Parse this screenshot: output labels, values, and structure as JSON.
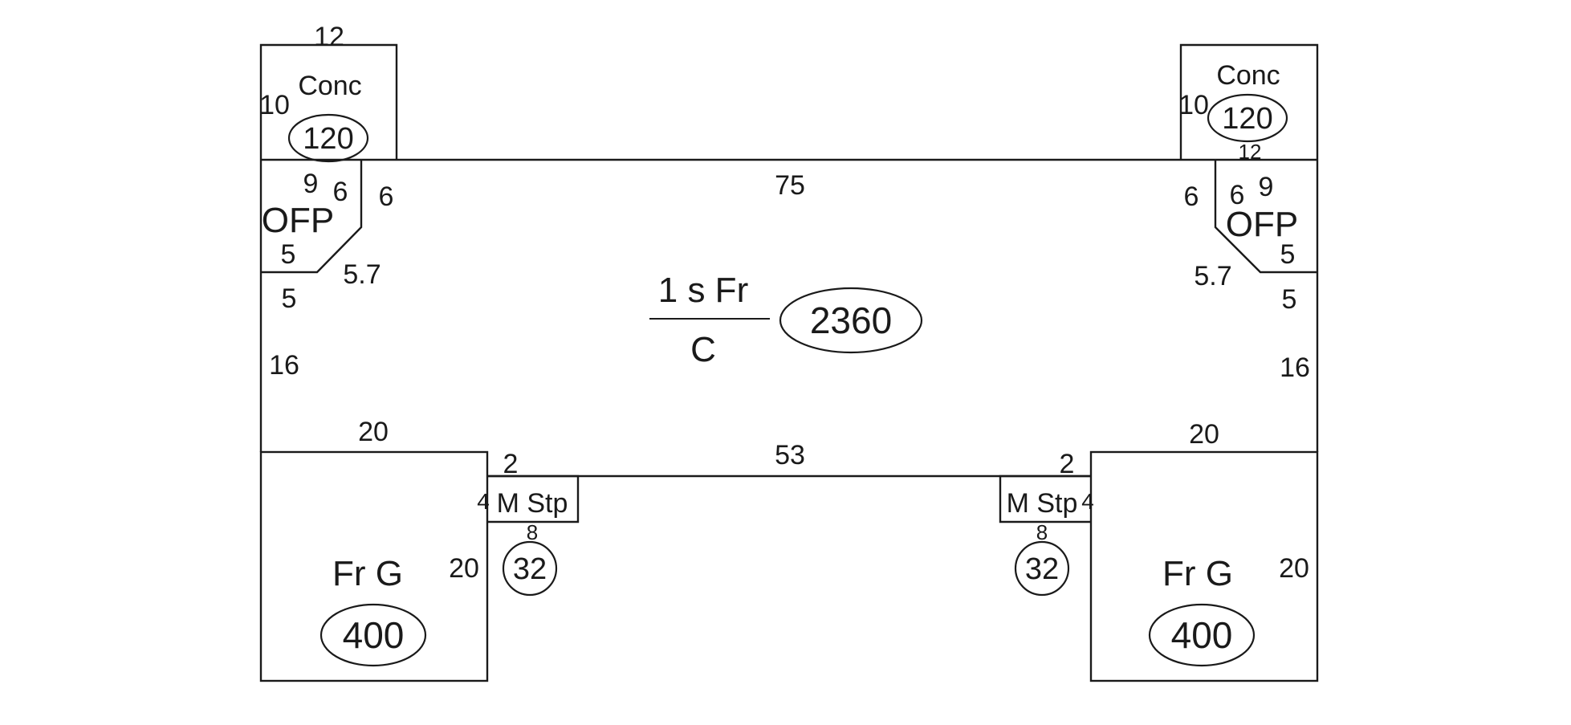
{
  "main_house": {
    "label_top": "1 s Fr",
    "label_bottom": "C",
    "area": "2360",
    "dims": {
      "top": "75",
      "bottom": "53",
      "left": "16",
      "right": "16"
    }
  },
  "concrete_left": {
    "label": "Conc",
    "area": "120",
    "dims": {
      "top": "12",
      "side": "10"
    }
  },
  "concrete_right": {
    "label": "Conc",
    "area": "120",
    "dims": {
      "bottom": "12",
      "side": "10"
    }
  },
  "porch_left": {
    "label": "OFP",
    "dims": {
      "top": "9",
      "angle": "6",
      "right": "6",
      "left": "5",
      "diag": "5.7",
      "below": "5"
    }
  },
  "porch_right": {
    "label": "OFP",
    "dims": {
      "top": "9",
      "angle": "6",
      "left": "6",
      "right": "5",
      "diag": "5.7",
      "below": "5"
    }
  },
  "garage_left": {
    "label": "Fr G",
    "area": "400",
    "dims": {
      "top": "20",
      "side": "20"
    }
  },
  "garage_right": {
    "label": "Fr G",
    "area": "400",
    "dims": {
      "top": "20",
      "side": "20"
    }
  },
  "stoop_left": {
    "label": "M Stp",
    "area": "32",
    "dims": {
      "top": "2",
      "side": "4",
      "bottom": "8"
    }
  },
  "stoop_right": {
    "label": "M Stp",
    "area": "32",
    "dims": {
      "top": "2",
      "side": "4",
      "bottom": "8"
    }
  }
}
